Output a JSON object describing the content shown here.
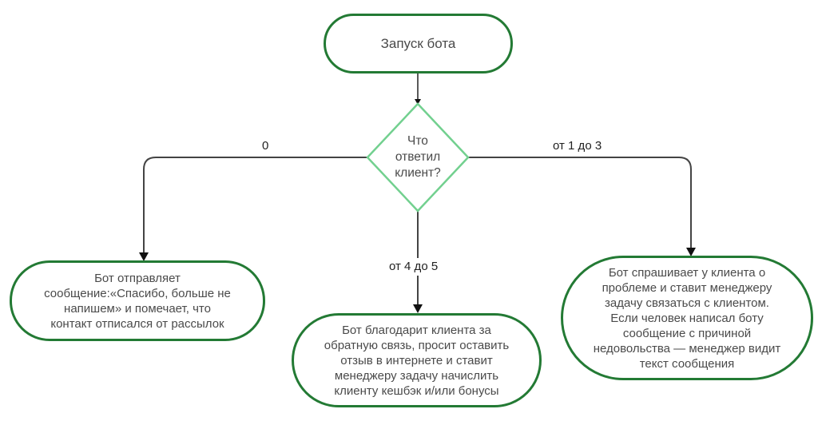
{
  "diagram": {
    "colors": {
      "terminal_border": "#237a34",
      "decision_border": "#72d08f",
      "connector": "#444444",
      "text": "#4a4a4a"
    },
    "start": {
      "label": "Запуск бота"
    },
    "decision": {
      "lines": [
        "Что",
        "ответил",
        "клиент?"
      ]
    },
    "edges": {
      "left_label": "0",
      "middle_label": "от 4 до 5",
      "right_label": "от 1 до 3"
    },
    "outcomes": {
      "left": {
        "lines": [
          "Бот отправляет",
          "сообщение:«Спасибо, больше не",
          "напишем» и помечает, что",
          "контакт отписался от рассылок"
        ]
      },
      "middle": {
        "lines": [
          "Бот благодарит клиента за",
          "обратную связь, просит оставить",
          "отзыв в интернете и ставит",
          "менеджеру задачу начислить",
          "клиенту кешбэк и/или бонусы"
        ]
      },
      "right": {
        "lines": [
          "Бот спрашивает у клиента о",
          "проблеме и ставит менеджеру",
          "задачу связаться с клиентом.",
          "Если человек написал боту",
          "сообщение с причиной",
          "недовольства — менеджер видит",
          "текст сообщения"
        ]
      }
    }
  }
}
